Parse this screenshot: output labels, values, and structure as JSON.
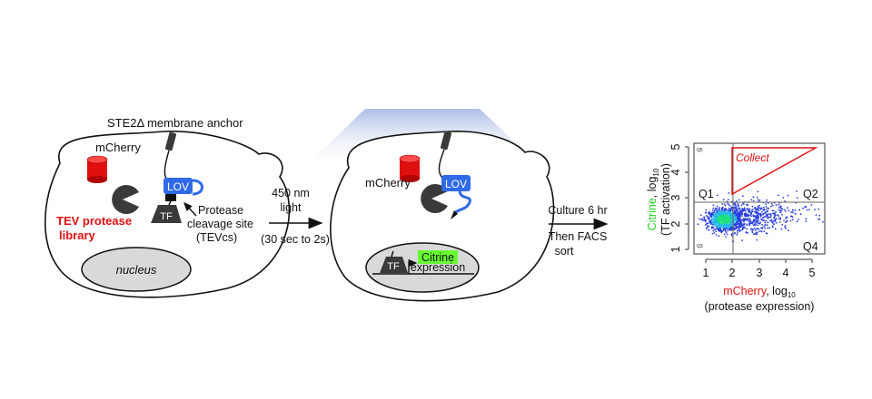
{
  "panel1": {
    "anchor_label": "STE2Δ membrane anchor",
    "mcherry_label": "mCherry",
    "lov_label": "LOV",
    "protease_line1": "Protease",
    "protease_line2": "cleavage site",
    "protease_line3": "(TEVcs)",
    "tf_label": "TF",
    "library_line1": "TEV protease",
    "library_line2": "library",
    "nucleus_label": "nucleus"
  },
  "arrow1": {
    "line1": "450 nm",
    "line2": "light",
    "line3": "(30 sec to 2s)"
  },
  "panel2": {
    "mcherry_label": "mCherry",
    "lov_label": "LOV",
    "tf_label": "TF",
    "citrine_label": "Citrine",
    "expression_label": "expression"
  },
  "arrow2": {
    "line1": "Culture 6 hr",
    "line2": "Then FACS",
    "line3": "sort"
  },
  "plot": {
    "y_title_colored": "Citrine",
    "y_title_rest": ", log",
    "y_sub": "10",
    "y_title_line2": "(TF activation)",
    "x_title_colored": "mCherry",
    "x_title_rest": ", log",
    "x_sub": "10",
    "x_title_line2": "(protease expression)",
    "q1": "Q1",
    "q2": "Q2",
    "q3": "Q3",
    "q4": "Q4",
    "q1_small": "Q5",
    "q3_small": "Q3",
    "collect_label": "Collect",
    "x_ticks": [
      "1",
      "2",
      "3",
      "4",
      "5"
    ],
    "y_ticks": [
      "1",
      "2",
      "3",
      "4",
      "5"
    ]
  },
  "colors": {
    "red": "#e01010",
    "blue": "#2f6ae8",
    "dark": "#3a3a3a",
    "green": "#22cc22",
    "citrine_box": "#66ff33",
    "nucleus": "#d9d9d9"
  }
}
